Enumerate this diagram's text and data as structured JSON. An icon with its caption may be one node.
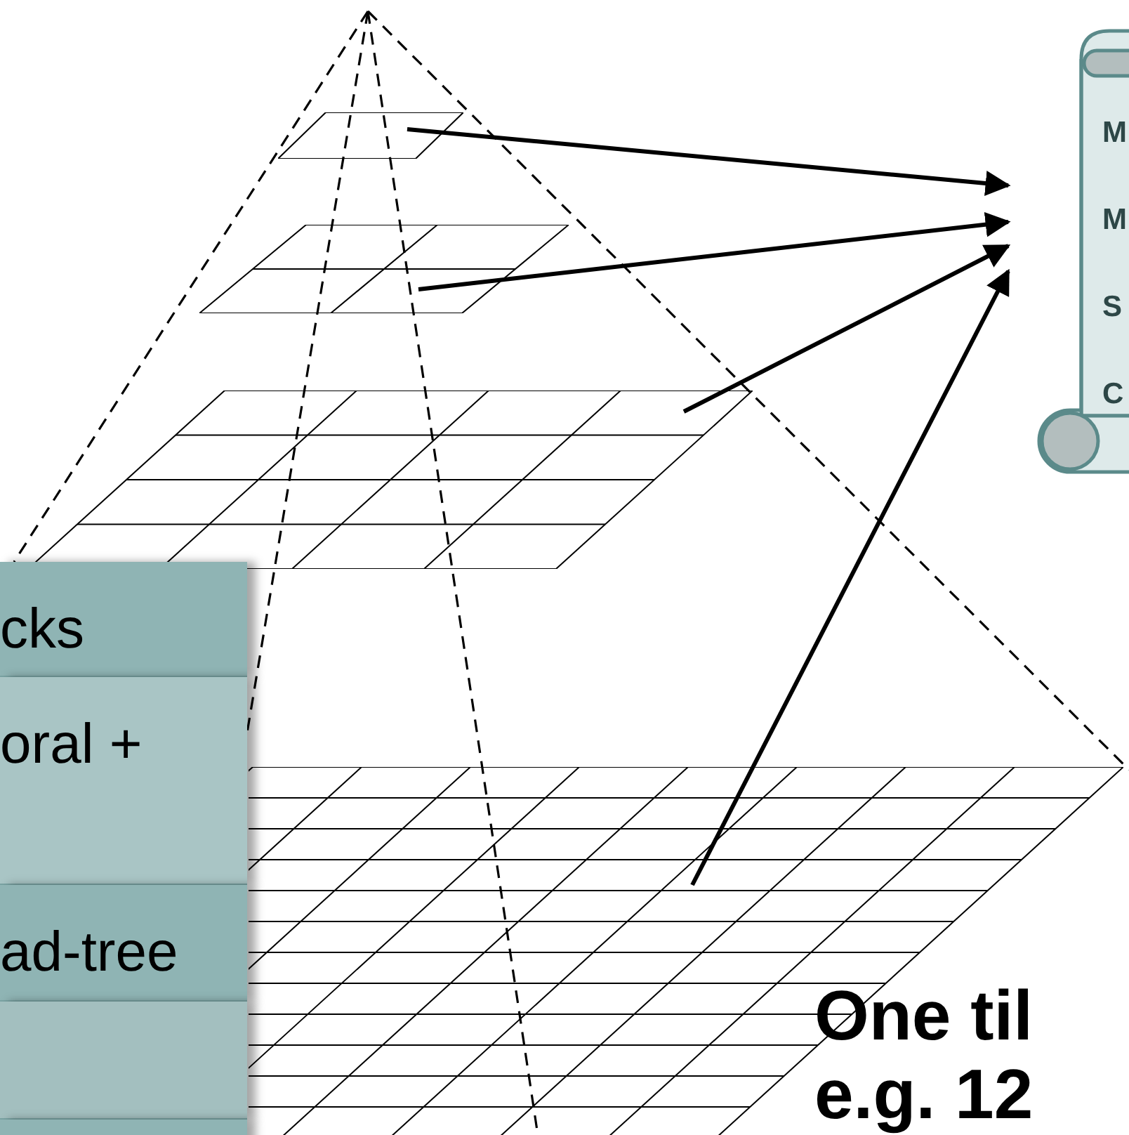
{
  "diagram": {
    "nodes": [
      {
        "text": [],
        "shape": "grid"
      },
      {
        "text": [],
        "shape": "grid"
      },
      {
        "text": [],
        "shape": "grid"
      },
      {
        "text": [],
        "shape": "grid"
      },
      {
        "text": [
          "M M S C"
        ]
      },
      {
        "text": [
          "cks"
        ]
      },
      {
        "text": [
          "oral +"
        ]
      },
      {
        "text": [
          "ad-tree"
        ]
      },
      {
        "text": [],
        "shape": "box"
      },
      {
        "text": [],
        "shape": "box"
      }
    ],
    "edges": [
      {
        "from": 0,
        "to": 4,
        "arrow": "to"
      },
      {
        "from": 1,
        "to": 4,
        "arrow": "to"
      },
      {
        "from": 2,
        "to": 4,
        "arrow": "to"
      },
      {
        "from": 3,
        "to": 4,
        "arrow": "to"
      }
    ],
    "labels": [
      "One til",
      "e.g. 12"
    ]
  }
}
